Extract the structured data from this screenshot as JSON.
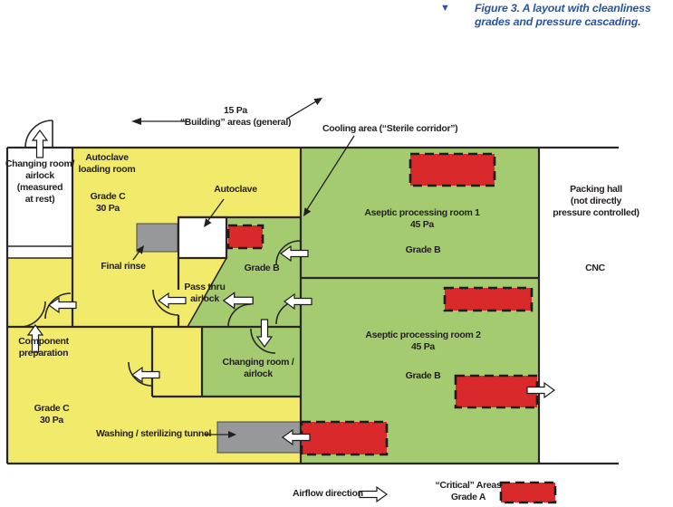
{
  "caption": {
    "marker": "▼",
    "text": "Figure 3.  A layout with cleanliness\ngrades and pressure cascading."
  },
  "annotations": {
    "building": "15 Pa\n“Building” areas (general)",
    "cooling": "Cooling area (“Sterile corridor”)",
    "autoclave": "Autoclave",
    "final_rinse": "Final rinse",
    "washing_tunnel": "Washing / sterilizing tunnel"
  },
  "rooms": {
    "changing_room_left": "Changing room/\nairlock\n(measured\nat rest)",
    "autoclave_loading": "Autoclave\nloading room",
    "grade_c_top": "Grade C\n30 Pa",
    "pass_thru": "Pass thru\nairlock",
    "grade_b_corridor": "Grade B",
    "aseptic1": "Aseptic processing room 1\n45 Pa",
    "grade_b_1": "Grade B",
    "aseptic2": "Aseptic processing room 2\n45 Pa",
    "grade_b_2": "Grade B",
    "packing_hall": "Packing hall\n(not directly\npressure controlled)",
    "cnc": "CNC",
    "component_prep": "Component\npreparation",
    "changing_room_center": "Changing room /\nairlock",
    "grade_c_bottom": "Grade C\n30 Pa"
  },
  "legend": {
    "airflow": "Airflow direction",
    "critical": "“Critical” Areas\nGrade A"
  },
  "colors": {
    "grade_c_yellow": "#f1ea6b",
    "grade_b_green": "#a5cb70",
    "grade_a_red": "#d9292b",
    "equipment_gray": "#97989a",
    "wall_black": "#2a2627",
    "caption_blue": "#2a55a0",
    "airflow_arrow_fill": "#ffffff"
  }
}
